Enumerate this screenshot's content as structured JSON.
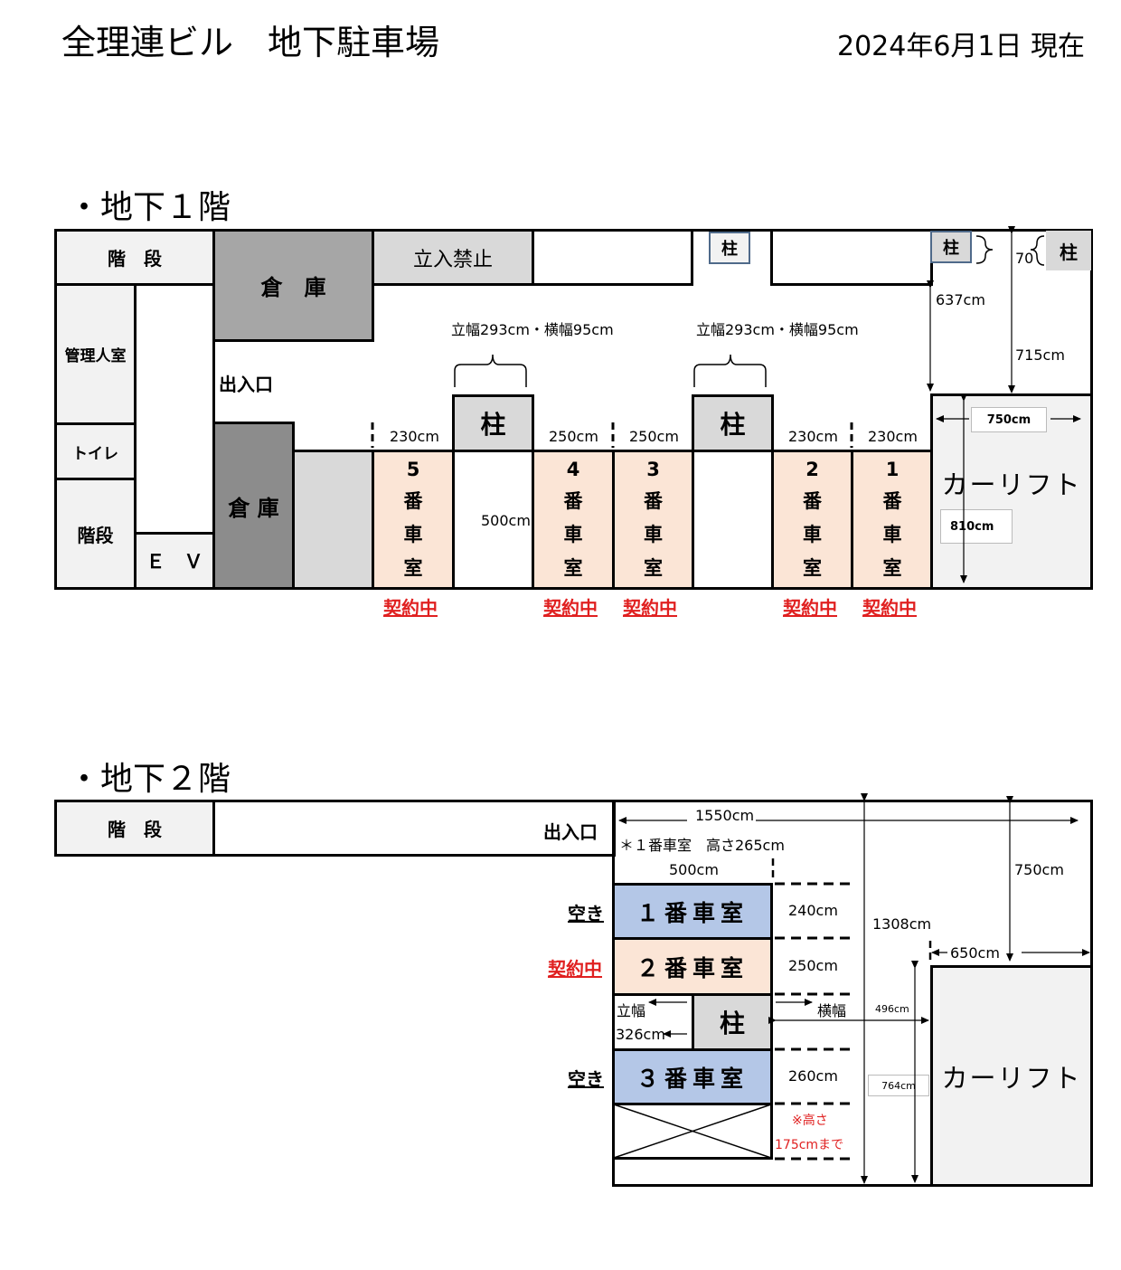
{
  "header": {
    "title": "全理連ビル　地下駐車場",
    "date": "2024年6月1日 現在"
  },
  "b1": {
    "heading": "・地下１階",
    "stairs_top": "階　段",
    "warehouse_top": "倉　庫",
    "no_entry": "立入禁止",
    "pillar_small": "柱",
    "mgmt_room": "管理人室",
    "toilet": "トイレ",
    "stairs_bottom": "階段",
    "ev": "Ｅ　Ｖ",
    "entrance": "出入口",
    "warehouse_bottom": "倉 庫",
    "pillar_label": "柱",
    "pillar_dim": "立幅293cm・横幅95cm",
    "dim_500": "500cm",
    "dim_637": "637cm",
    "dim_715": "715cm",
    "dim_70": "70",
    "dim_750": "750cm",
    "dim_810": "810cm",
    "carlift": "カーリフト",
    "contract_label": "契約中",
    "spaces": [
      {
        "num": "5",
        "width": "230cm"
      },
      {
        "num": "4",
        "width": "250cm"
      },
      {
        "num": "3",
        "width": "250cm"
      },
      {
        "num": "2",
        "width": "230cm"
      },
      {
        "num": "1",
        "width": "230cm"
      }
    ],
    "space_chars": [
      "番",
      "車",
      "室"
    ]
  },
  "b2": {
    "heading": "・地下２階",
    "stairs": "階　段",
    "entrance": "出入口",
    "dim_1550": "1550cm",
    "note_height": "＊１番車室　高さ265cm",
    "dim_500": "500cm",
    "dim_750": "750cm",
    "dim_1308": "1308cm",
    "dim_650": "650cm",
    "dim_496": "496cm",
    "dim_764": "764cm",
    "room1": "１番車室",
    "room2": "２番車室",
    "room3": "３番車室",
    "room1_w": "240cm",
    "room2_w": "250cm",
    "room3_w": "260cm",
    "status_vacant": "空き",
    "status_contract": "契約中",
    "pillar": "柱",
    "tate": "立幅",
    "yoko": "横幅",
    "dim_326": "326cm",
    "note_limit_1": "※高さ",
    "note_limit_2": "175cmまで",
    "carlift": "カーリフト"
  },
  "colors": {
    "contract_red": "#e02020",
    "peach": "#fbe5d6",
    "blue": "#b4c7e7"
  }
}
